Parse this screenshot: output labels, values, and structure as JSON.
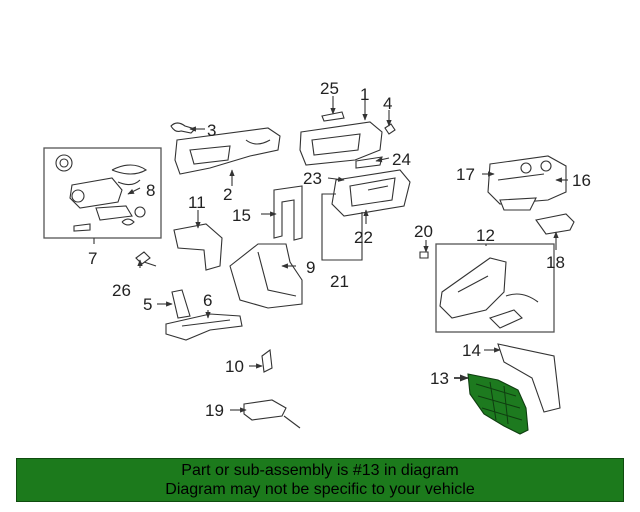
{
  "diagram": {
    "callouts": {
      "c1": "1",
      "c2": "2",
      "c3": "3",
      "c4": "4",
      "c5": "5",
      "c6": "6",
      "c7": "7",
      "c8": "8",
      "c9": "9",
      "c10": "10",
      "c11": "11",
      "c12": "12",
      "c13": "13",
      "c14": "14",
      "c15": "15",
      "c16": "16",
      "c17": "17",
      "c18": "18",
      "c19": "19",
      "c20": "20",
      "c21": "21",
      "c22": "22",
      "c23": "23",
      "c24": "24",
      "c25": "25",
      "c26": "26"
    },
    "highlighted_part": "13",
    "highlight_color": "#1d7a1f"
  },
  "banner": {
    "line1": "Part or sub-assembly is #13 in diagram",
    "line2": "Diagram may not be specific to your vehicle",
    "background": "#1c7a1c"
  }
}
